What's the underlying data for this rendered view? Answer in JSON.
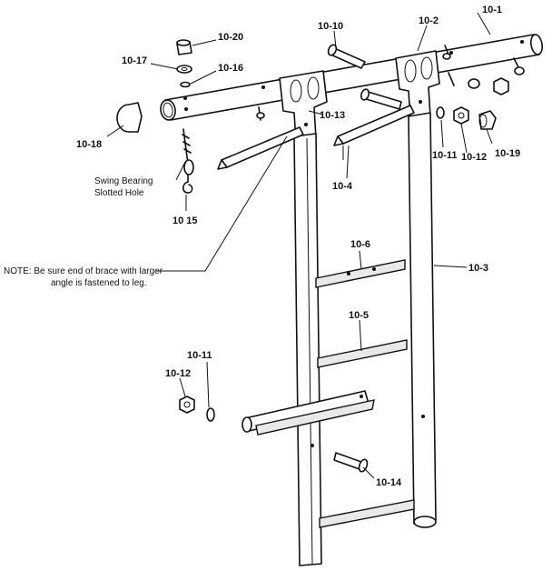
{
  "callouts": {
    "c10_1": "10-1",
    "c10_2": "10-2",
    "c10_10": "10-10",
    "c10_20": "10-20",
    "c10_17": "10-17",
    "c10_16": "10-16",
    "c10_18": "10-18",
    "c10_13": "10-13",
    "c10_11_top": "10-11",
    "c10_12_top": "10-12",
    "c10_19": "10-19",
    "c10_4": "10-4",
    "c10_15": "10 15",
    "c10_6": "10-6",
    "c10_3": "10-3",
    "c10_5": "10-5",
    "c10_11_bottom": "10-11",
    "c10_12_bottom": "10-12",
    "c10_14": "10-14"
  },
  "labels": {
    "swing_bearing_line1": "Swing Bearing",
    "swing_bearing_line2": "Slotted Hole"
  },
  "note": {
    "line1": "NOTE: Be sure end of brace with larger",
    "line2": "angle is fastened to leg."
  }
}
